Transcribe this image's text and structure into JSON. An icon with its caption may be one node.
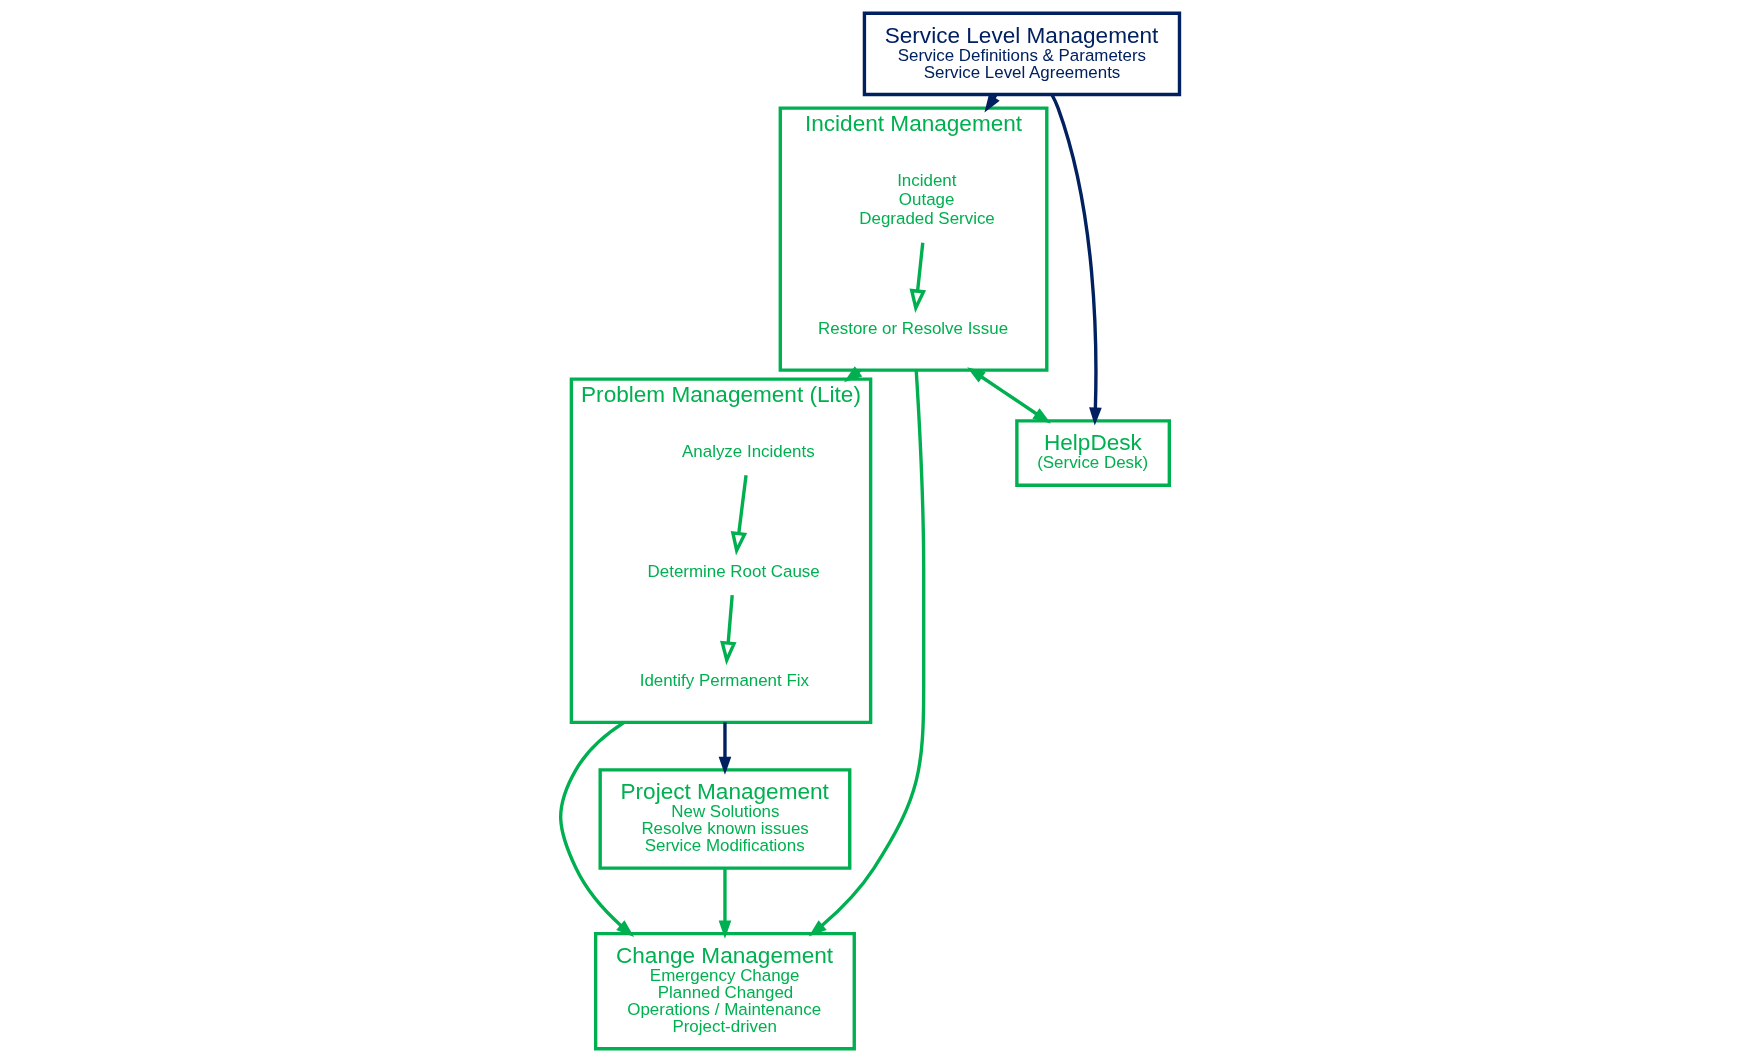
{
  "diagram": {
    "nodes": [
      {
        "text": [
          "Incident Management"
        ]
      },
      {
        "text": [
          "Incident",
          "Outage",
          "Degraded Service"
        ],
        "in": 0
      },
      {
        "text": [
          "Restore or Resolve Issue"
        ],
        "in": 0
      },
      {
        "text": [
          "Change Management",
          "Emergency Change",
          "Planned Changed",
          "Operations / Maintenance",
          "Project-driven"
        ]
      },
      {
        "text": [
          "HelpDesk",
          "(Service Desk)"
        ]
      },
      {
        "text": [
          "Problem Management (Lite)"
        ]
      },
      {
        "text": [
          "Analyze Incidents"
        ],
        "in": 5
      },
      {
        "text": [
          "Determine Root Cause"
        ],
        "in": 5
      },
      {
        "text": [
          "Identify Permanent Fix"
        ],
        "in": 5
      },
      {
        "text": [
          "Service Level Management",
          "Service Definitions & Parameters",
          "Service Level Agreements"
        ]
      },
      {
        "text": [
          "Project Management",
          "New Solutions",
          "Resolve known issues",
          "Service Modifications"
        ]
      }
    ],
    "edges": [
      {
        "from": 1,
        "to": 2,
        "arrow": "to"
      },
      {
        "from": 6,
        "to": 7,
        "arrow": "to"
      },
      {
        "from": 7,
        "to": 8,
        "arrow": "to"
      },
      {
        "from": 0,
        "to": 3,
        "arrow": "to"
      },
      {
        "from": 0,
        "to": 5,
        "arrow": "to"
      },
      {
        "from": 5,
        "to": 3,
        "arrow": "to"
      },
      {
        "from": 10,
        "to": 3,
        "arrow": "to"
      },
      {
        "from": 0,
        "to": 4,
        "arrow": "both"
      },
      {
        "from": 9,
        "to": 4,
        "arrow": "to",
        "color": "#002060"
      },
      {
        "from": 9,
        "to": 0,
        "arrow": "to",
        "color": "#002060"
      },
      {
        "from": 5,
        "to": 10,
        "arrow": "to",
        "color": "#002060"
      }
    ]
  }
}
